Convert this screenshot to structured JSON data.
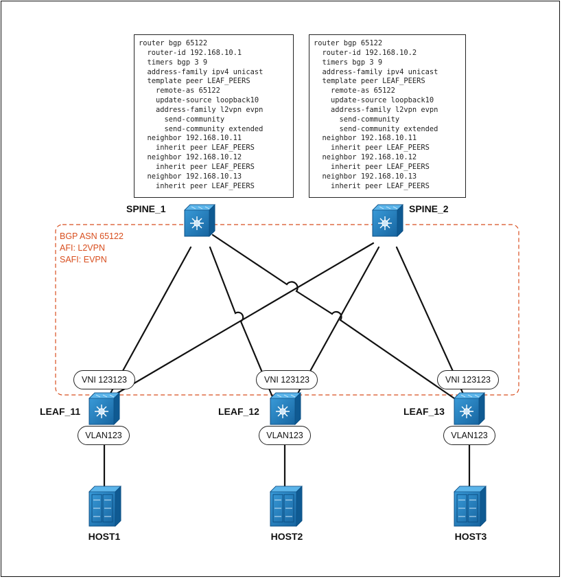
{
  "spine1": {
    "label": "SPINE_1",
    "config": [
      "router bgp 65122",
      "  router-id 192.168.10.1",
      "  timers bgp 3 9",
      "  address-family ipv4 unicast",
      "  template peer LEAF_PEERS",
      "    remote-as 65122",
      "    update-source loopback10",
      "    address-family l2vpn evpn",
      "      send-community",
      "      send-community extended",
      "  neighbor 192.168.10.11",
      "    inherit peer LEAF_PEERS",
      "  neighbor 192.168.10.12",
      "    inherit peer LEAF_PEERS",
      "  neighbor 192.168.10.13",
      "    inherit peer LEAF_PEERS"
    ]
  },
  "spine2": {
    "label": "SPINE_2",
    "config": [
      "router bgp 65122",
      "  router-id 192.168.10.2",
      "  timers bgp 3 9",
      "  address-family ipv4 unicast",
      "  template peer LEAF_PEERS",
      "    remote-as 65122",
      "    update-source loopback10",
      "    address-family l2vpn evpn",
      "      send-community",
      "      send-community extended",
      "  neighbor 192.168.10.11",
      "    inherit peer LEAF_PEERS",
      "  neighbor 192.168.10.12",
      "    inherit peer LEAF_PEERS",
      "  neighbor 192.168.10.13",
      "    inherit peer LEAF_PEERS"
    ]
  },
  "fabric": {
    "asn": "BGP ASN 65122",
    "afi": "AFI: L2VPN",
    "safi": "SAFI: EVPN",
    "color": "#d84e1e"
  },
  "leaf11": {
    "label": "LEAF_11",
    "vni": "VNI 123123",
    "vlan": "VLAN123"
  },
  "leaf12": {
    "label": "LEAF_12",
    "vni": "VNI 123123",
    "vlan": "VLAN123"
  },
  "leaf13": {
    "label": "LEAF_13",
    "vni": "VNI 123123",
    "vlan": "VLAN123"
  },
  "hosts": {
    "host1": "HOST1",
    "host2": "HOST2",
    "host3": "HOST3"
  },
  "icons": {
    "switch": "nexus-switch-icon",
    "server": "server-icon"
  },
  "colors": {
    "device_blue": "#1f7fc0",
    "device_dark": "#0c4f84"
  }
}
